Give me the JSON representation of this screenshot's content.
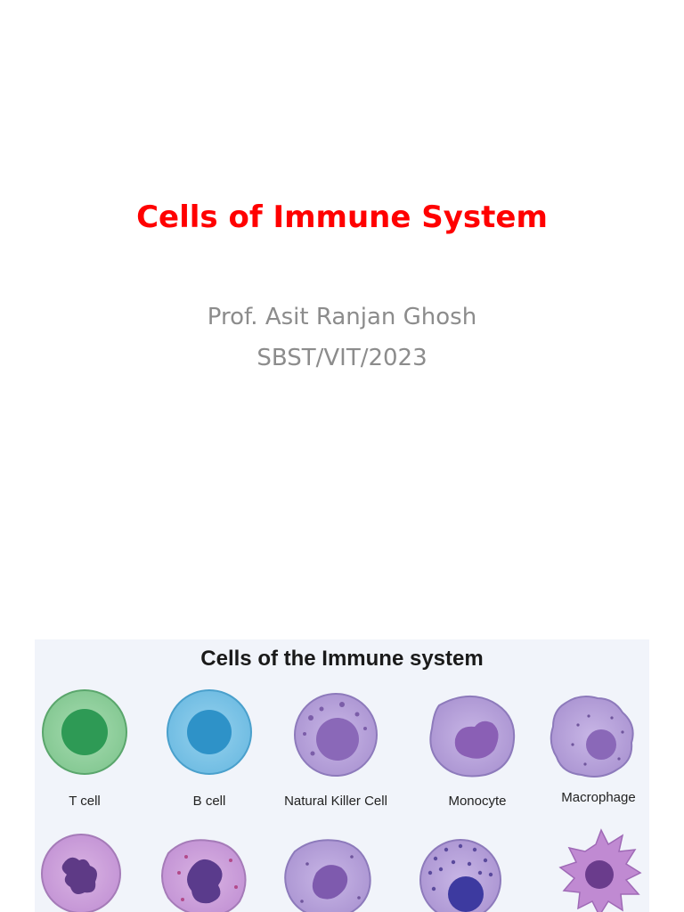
{
  "slide": {
    "title": "Cells of Immune System",
    "author": "Prof. Asit Ranjan Ghosh",
    "affiliation": "SBST/VIT/2023"
  },
  "figure": {
    "title": "Cells of the Immune system",
    "row1_labels": [
      "T cell",
      "B cell",
      "Natural Killer Cell",
      "Monocyte",
      "Macrophage"
    ]
  },
  "colors": {
    "title": "#ff0000",
    "subtitle": "#8c8c8c",
    "t_cell_outer": "#8fcf9c",
    "t_cell_nucleus": "#2e9a55",
    "b_cell_outer": "#7cc3e6",
    "b_cell_nucleus": "#2e92c8",
    "lavender": "#b49fd6",
    "purple_nucleus": "#8a5fb5"
  }
}
